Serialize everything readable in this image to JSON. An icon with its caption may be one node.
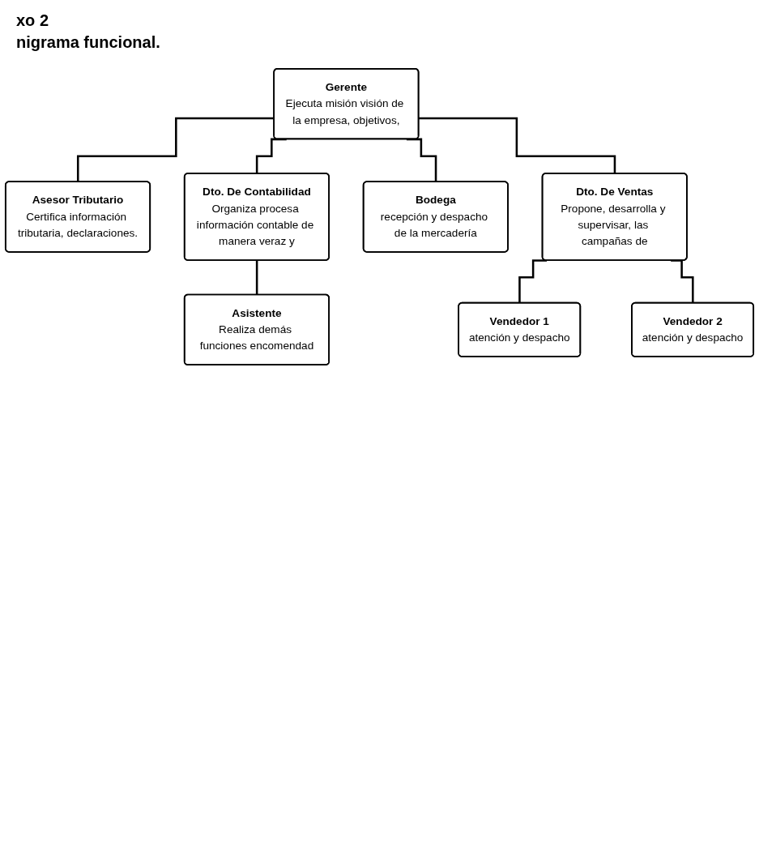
{
  "diagram": {
    "title": "xo 2",
    "nodes": [
      {
        "text": [
          "Gerente",
          "Ejecuta misión visión de la empresa, objetivos,"
        ]
      },
      {
        "text": [
          "Asesor Tributario",
          "Certifica información tributaria, declaraciones."
        ]
      },
      {
        "text": [
          "Dto. De Contabilidad",
          "Organiza procesa información contable de manera veraz y"
        ]
      },
      {
        "text": [
          "Asistente",
          "Realiza demás funciones encomendad"
        ]
      },
      {
        "text": [
          "Bodega",
          "recepción y despacho de la mercadería"
        ]
      },
      {
        "text": [
          "Dto. De Ventas",
          "Propone, desarrolla y supervisar, las campañas de"
        ]
      },
      {
        "text": [
          "Vendedor 1",
          "atención y despacho"
        ]
      },
      {
        "text": [
          "Vendedor 2",
          "atención y despacho"
        ]
      }
    ],
    "edges": [
      {
        "from": 0,
        "to": 1,
        "arrow": "none"
      },
      {
        "from": 0,
        "to": 2,
        "arrow": "none"
      },
      {
        "from": 0,
        "to": 4,
        "arrow": "none"
      },
      {
        "from": 0,
        "to": 5,
        "arrow": "none"
      },
      {
        "from": 2,
        "to": 3,
        "arrow": "none"
      },
      {
        "from": 5,
        "to": 6,
        "arrow": "none"
      },
      {
        "from": 5,
        "to": 7,
        "arrow": "none"
      }
    ],
    "labels": [
      "nigrama funcional."
    ]
  }
}
